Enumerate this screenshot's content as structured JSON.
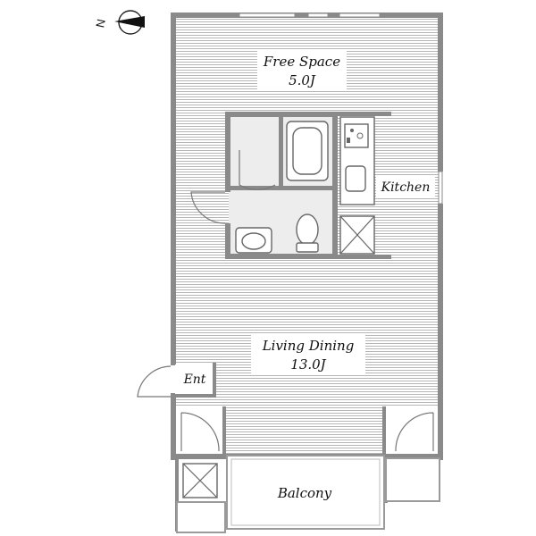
{
  "compass": {
    "north_label": "N",
    "icon": "compass-arrow-icon"
  },
  "rooms": {
    "free_space": {
      "name": "Free Space",
      "size": "5.0J"
    },
    "kitchen": {
      "name": "Kitchen"
    },
    "living_dining": {
      "name": "Living Dining",
      "size": "13.0J"
    },
    "entrance": {
      "name": "Ent"
    },
    "balcony": {
      "name": "Balcony"
    }
  },
  "colors": {
    "wall": "#8a8a8a",
    "floor_hatch": "#b5b5b5",
    "tile": "#ededed",
    "label_bg": "#ffffff"
  }
}
